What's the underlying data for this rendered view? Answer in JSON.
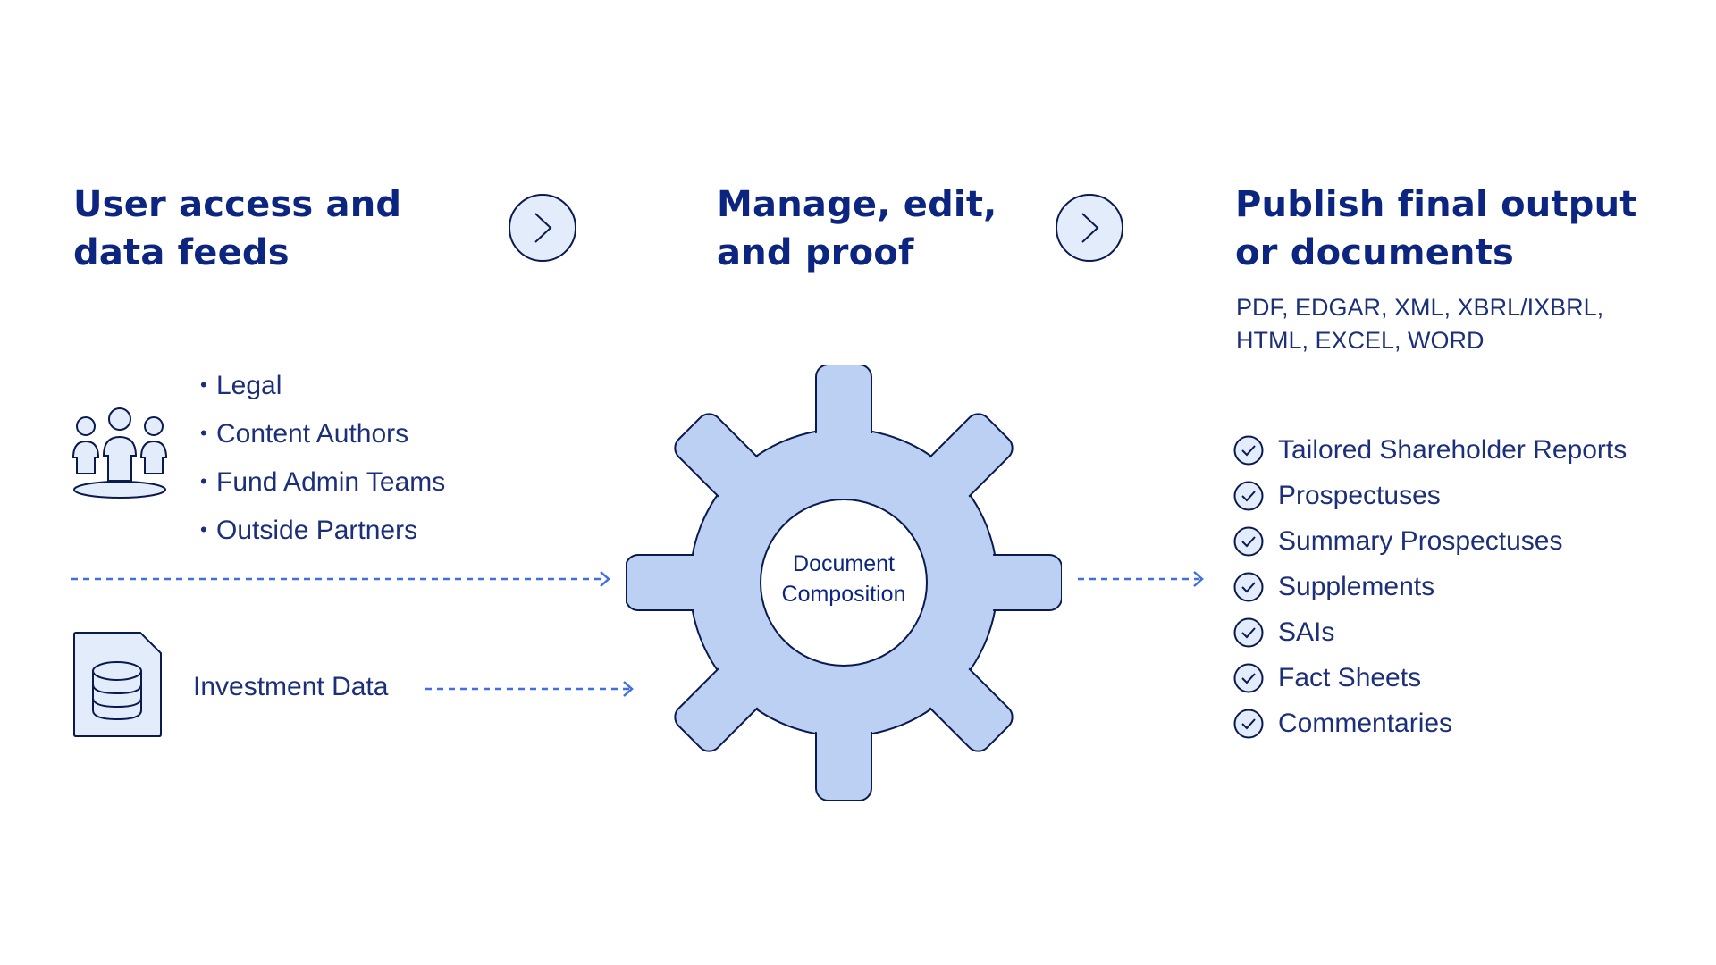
{
  "columns": {
    "access": {
      "title_line1": "User access and",
      "title_line2": "data feeds"
    },
    "manage": {
      "title_line1": "Manage, edit,",
      "title_line2": "and proof"
    },
    "publish": {
      "title_line1": "Publish final output",
      "title_line2": "or documents",
      "formats_line1": "PDF, EDGAR, XML, XBRL/IXBRL,",
      "formats_line2": "HTML, EXCEL, WORD"
    }
  },
  "user_groups": [
    "Legal",
    "Content Authors",
    "Fund Admin Teams",
    "Outside Partners"
  ],
  "data_source": {
    "label": "Investment Data"
  },
  "engine": {
    "label_line1": "Document",
    "label_line2": "Composition"
  },
  "outputs": [
    "Tailored Shareholder Reports",
    "Prospectuses",
    "Summary Prospectuses",
    "Supplements",
    "SAIs",
    "Fact Sheets",
    "Commentaries"
  ],
  "icons": {
    "step_arrow": "chevron-right-circle-icon",
    "users": "people-group-icon",
    "database": "database-file-icon",
    "gear": "gear-icon",
    "check": "check-circle-icon"
  },
  "colors": {
    "heading": "#0b2580",
    "text": "#1c2f7a",
    "gear_fill": "#bcd0f3",
    "icon_fill": "#e3ecfa",
    "outline": "#0a1a4f",
    "dash": "#3f6fe0"
  }
}
